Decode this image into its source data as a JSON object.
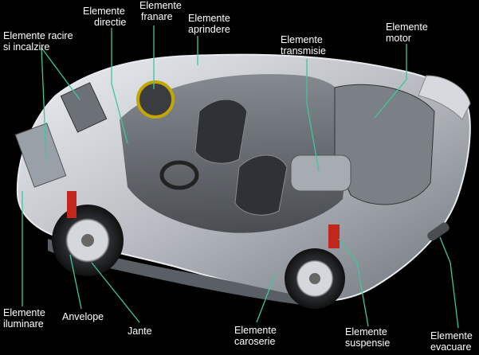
{
  "labels": [
    {
      "id": "directie",
      "lines": [
        "Elemente",
        "directie"
      ]
    },
    {
      "id": "franare",
      "lines": [
        "Elemente",
        "franare"
      ]
    },
    {
      "id": "aprindere",
      "lines": [
        "Elemente",
        "aprindere"
      ]
    },
    {
      "id": "racire",
      "lines": [
        "Elemente racire",
        "si incalzire"
      ]
    },
    {
      "id": "transmisie",
      "lines": [
        "Elemente",
        "transmisie"
      ]
    },
    {
      "id": "motor",
      "lines": [
        "Elemente",
        "motor"
      ]
    },
    {
      "id": "iluminare",
      "lines": [
        "Elemente",
        "iluminare"
      ]
    },
    {
      "id": "anvelope",
      "lines": [
        "Anvelope"
      ]
    },
    {
      "id": "jante",
      "lines": [
        "Jante"
      ]
    },
    {
      "id": "caroserie",
      "lines": [
        "Elemente",
        "caroserie"
      ]
    },
    {
      "id": "suspensie",
      "lines": [
        "Elemente",
        "suspensie"
      ]
    },
    {
      "id": "evacuare",
      "lines": [
        "Elemente",
        "evacuare"
      ]
    }
  ],
  "colors": {
    "background": "#000000",
    "label_text": "#ffffff",
    "leader_line": "#3ec79a",
    "car_body": "#c9ccd1"
  }
}
